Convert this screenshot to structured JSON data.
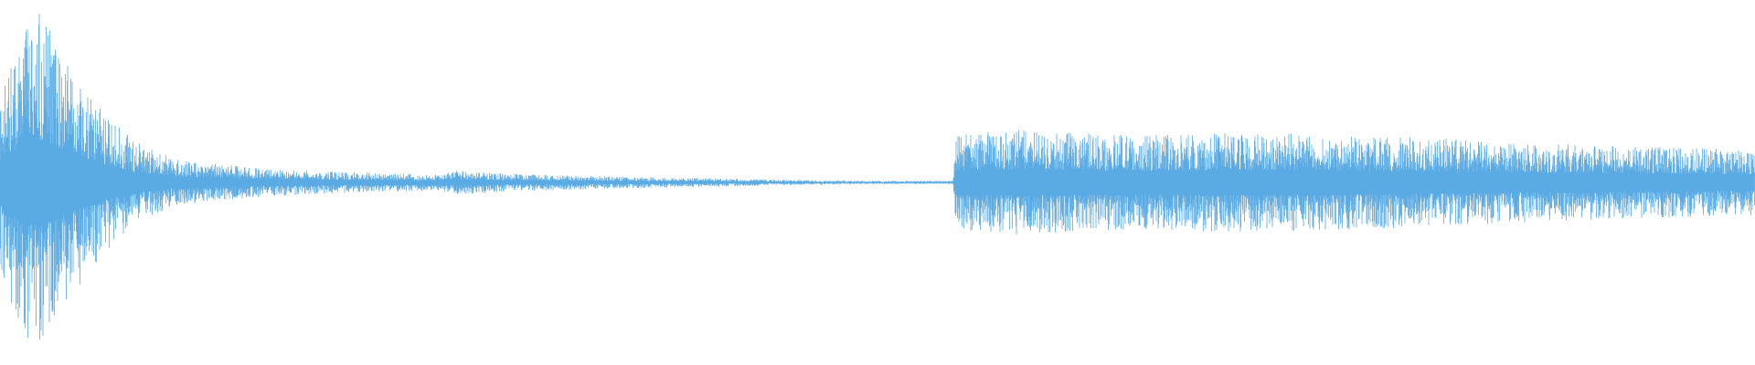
{
  "waveform": {
    "color": "#5aaae3",
    "background": "#ffffff",
    "envelope": [
      {
        "t": 0.0,
        "amp": 0.5
      },
      {
        "t": 0.013,
        "amp": 0.9
      },
      {
        "t": 0.022,
        "amp": 0.98
      },
      {
        "t": 0.03,
        "amp": 0.85
      },
      {
        "t": 0.045,
        "amp": 0.6
      },
      {
        "t": 0.06,
        "amp": 0.4
      },
      {
        "t": 0.075,
        "amp": 0.25
      },
      {
        "t": 0.1,
        "amp": 0.13
      },
      {
        "t": 0.15,
        "amp": 0.08
      },
      {
        "t": 0.2,
        "amp": 0.06
      },
      {
        "t": 0.25,
        "amp": 0.045
      },
      {
        "t": 0.262,
        "amp": 0.07
      },
      {
        "t": 0.29,
        "amp": 0.05
      },
      {
        "t": 0.35,
        "amp": 0.035
      },
      {
        "t": 0.4,
        "amp": 0.025
      },
      {
        "t": 0.45,
        "amp": 0.015
      },
      {
        "t": 0.5,
        "amp": 0.01
      },
      {
        "t": 0.543,
        "amp": 0.01
      },
      {
        "t": 0.545,
        "amp": 0.28
      },
      {
        "t": 0.58,
        "amp": 0.3
      },
      {
        "t": 0.65,
        "amp": 0.27
      },
      {
        "t": 0.7,
        "amp": 0.29
      },
      {
        "t": 0.78,
        "amp": 0.27
      },
      {
        "t": 0.85,
        "amp": 0.24
      },
      {
        "t": 0.92,
        "amp": 0.21
      },
      {
        "t": 1.0,
        "amp": 0.19
      }
    ]
  }
}
